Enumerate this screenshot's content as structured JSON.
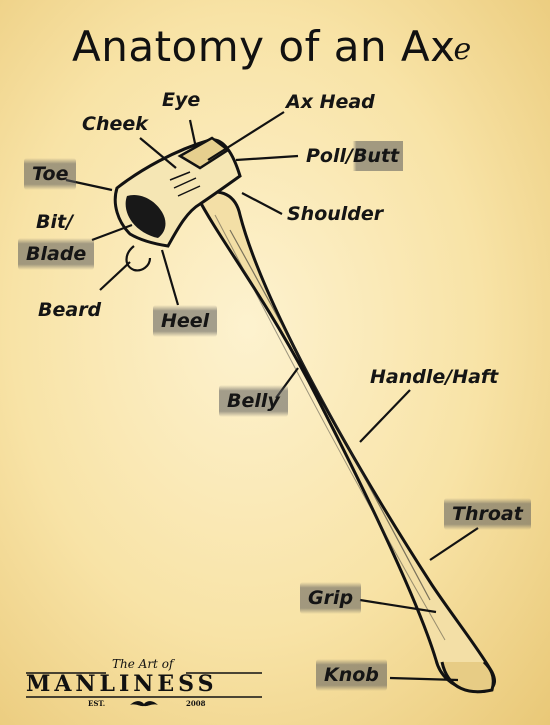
{
  "title": {
    "main": "Anatomy of an Ax",
    "tail": "e"
  },
  "labels": {
    "eye": "Eye",
    "ax_head": "Ax Head",
    "cheek": "Cheek",
    "poll_butt": "Poll/Butt",
    "toe": "Toe",
    "shoulder": "Shoulder",
    "bit_blade_line1": "Bit/",
    "bit_blade_line2": "Blade",
    "beard": "Beard",
    "heel": "Heel",
    "handle_haft": "Handle/Haft",
    "belly": "Belly",
    "throat": "Throat",
    "grip": "Grip",
    "knob": "Knob"
  },
  "logo": {
    "script": "The Art of",
    "wordmark": "MANLINESS",
    "est": "EST.",
    "year": "2008"
  }
}
